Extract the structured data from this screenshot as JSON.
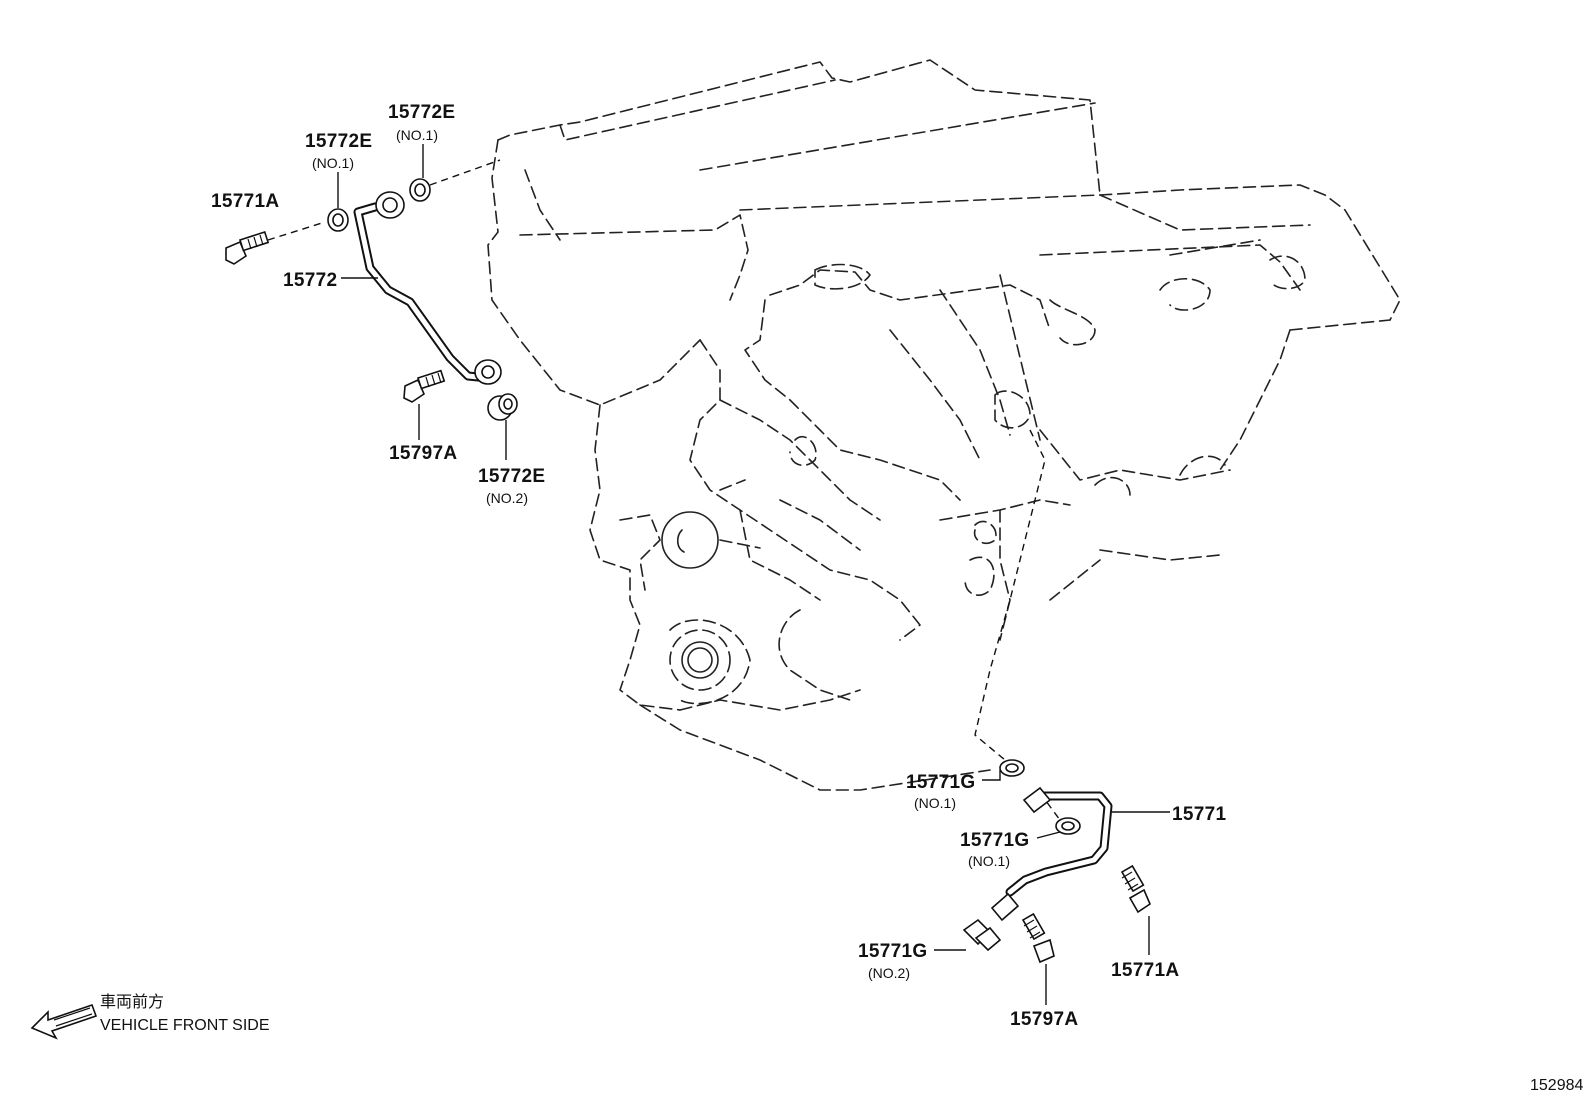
{
  "diagram": {
    "id": "152984",
    "front_direction": {
      "label_jp": "車両前方",
      "label_en": "VEHICLE FRONT SIDE"
    },
    "parts": [
      {
        "key": "p15772e_a",
        "number": "15772E",
        "qualifier": "(NO.1)"
      },
      {
        "key": "p15772e_b",
        "number": "15772E",
        "qualifier": "(NO.1)"
      },
      {
        "key": "p15771a_top",
        "number": "15771A",
        "qualifier": ""
      },
      {
        "key": "p15772",
        "number": "15772",
        "qualifier": ""
      },
      {
        "key": "p15797a_top",
        "number": "15797A",
        "qualifier": ""
      },
      {
        "key": "p15772e_c",
        "number": "15772E",
        "qualifier": "(NO.2)"
      },
      {
        "key": "p15771g_a",
        "number": "15771G",
        "qualifier": "(NO.1)"
      },
      {
        "key": "p15771",
        "number": "15771",
        "qualifier": ""
      },
      {
        "key": "p15771g_b",
        "number": "15771G",
        "qualifier": "(NO.1)"
      },
      {
        "key": "p15771g_c",
        "number": "15771G",
        "qualifier": "(NO.2)"
      },
      {
        "key": "p15771a_bot",
        "number": "15771A",
        "qualifier": ""
      },
      {
        "key": "p15797a_bot",
        "number": "15797A",
        "qualifier": ""
      }
    ]
  }
}
